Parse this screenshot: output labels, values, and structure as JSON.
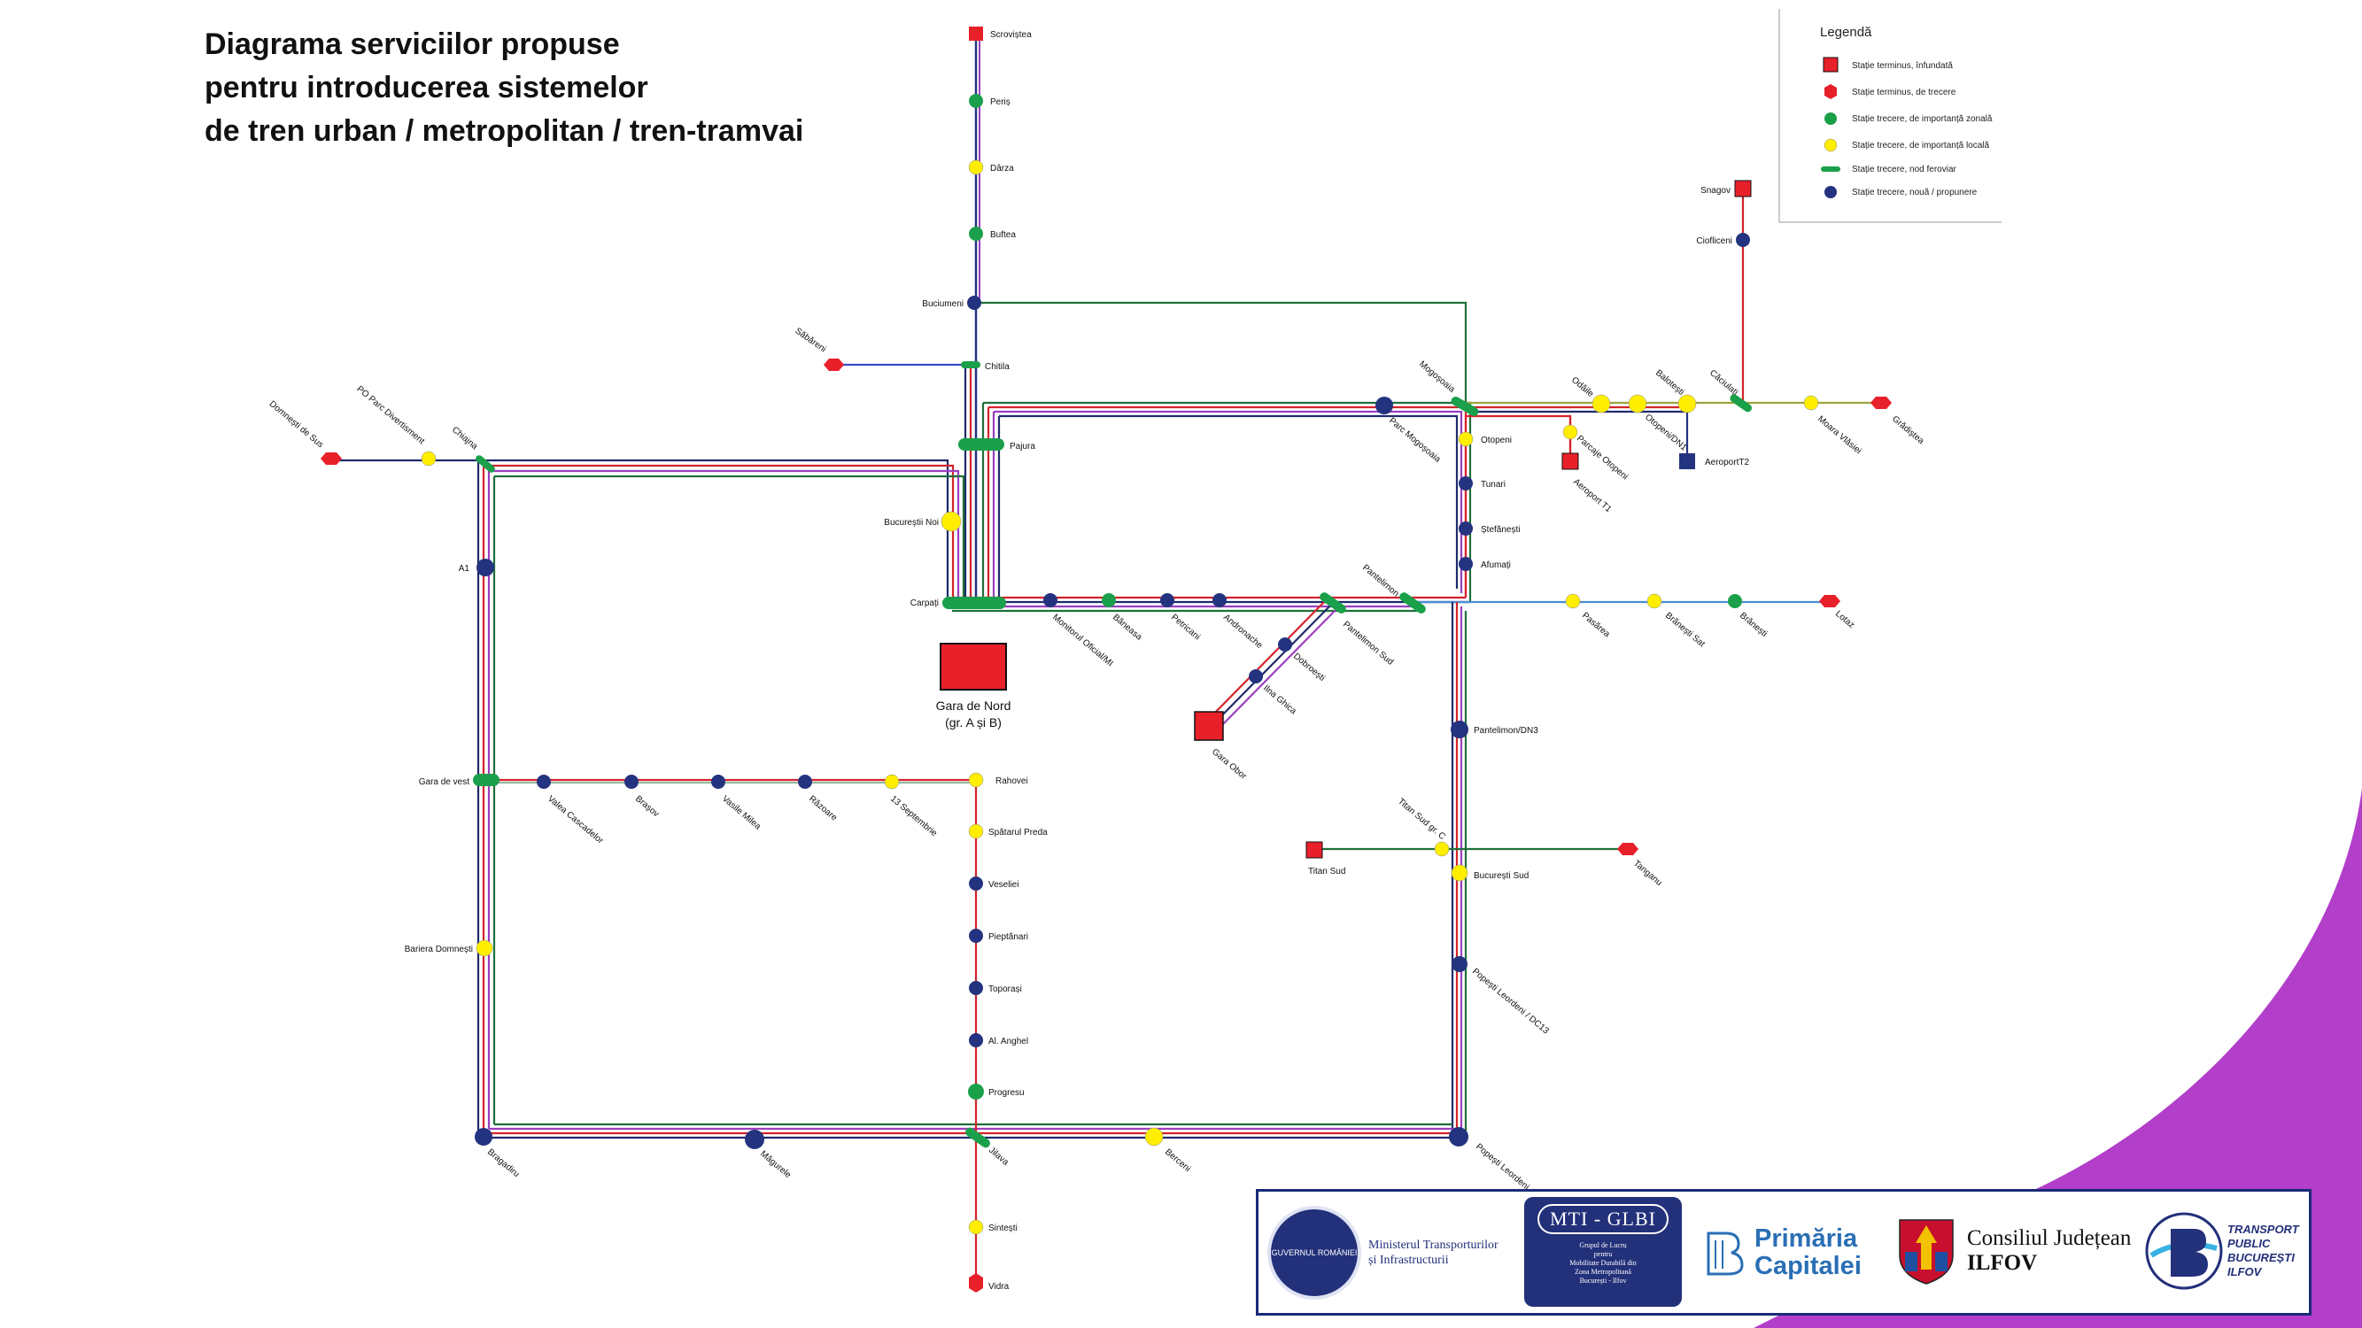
{
  "title_lines": [
    "Diagrama serviciilor propuse",
    "pentru introducerea sistemelor",
    "de tren urban / metropolitan / tren-tramvai"
  ],
  "legend": {
    "title": "Legendă",
    "items": [
      {
        "symbol": "terminus-square",
        "label": "Stație terminus, înfundată"
      },
      {
        "symbol": "terminus-hexagon",
        "label": "Stație terminus, de trecere"
      },
      {
        "symbol": "green-dot",
        "label": "Stație trecere, de importanță zonală"
      },
      {
        "symbol": "yellow-dot",
        "label": "Stație trecere, de importanță locală"
      },
      {
        "symbol": "green-bar",
        "label": "Stație trecere, nod feroviar"
      },
      {
        "symbol": "blue-dot",
        "label": "Stație trecere, nouă / propunere"
      }
    ]
  },
  "colors": {
    "red": "#e8202a",
    "green": "#1aa04a",
    "yellow": "#ffee00",
    "blue": "#24337f",
    "line_red": "#d4232b",
    "line_green": "#1f6f3a",
    "line_purple": "#9a3fbf",
    "line_navy": "#1f2a6b",
    "line_blue": "#4a8ed6",
    "line_olive": "#9ea33a",
    "accent_purple": "#b23ec9"
  },
  "stations": {
    "scrovistea": "Scroviștea",
    "peris": "Periș",
    "darza": "Dârza",
    "buftea": "Buftea",
    "buciumeni": "Buciumeni",
    "chitila": "Chitila",
    "sabareni": "Săbăreni",
    "pajura": "Pajura",
    "bucurestii_noi": "Bucureștii Noi",
    "carpati": "Carpați",
    "gara_de_nord": "Gara de Nord",
    "gara_de_nord_sub": "(gr. A și B)",
    "domnesti_de_sus": "Domnești de Sus",
    "po_parc": "PO Parc Divertisment",
    "chiajna": "Chiajna",
    "a1": "A1",
    "gara_de_vest": "Gara de vest",
    "bariera_domnesti": "Bariera Domnești",
    "bragadiru": "Bragadiru",
    "magurele": "Măgurele",
    "jilava": "Jilava",
    "berceni": "Berceni",
    "sintesti": "Sintești",
    "vidra": "Vidra",
    "rahovei": "Rahovei",
    "spatarul_preda": "Spătarul Preda",
    "veseliei": "Veseliei",
    "pieptanari": "Pieptănari",
    "toporasi": "Toporași",
    "al_anghel": "Al. Anghel",
    "progresu": "Progresu",
    "valea_cascadelor": "Valea Cascadelor",
    "brasov": "Brașov",
    "vasile_milea": "Vasile Milea",
    "razoare": "Răzoare",
    "13_sept": "13 Septembrie",
    "monitorul": "Monitorul Oficial/MI",
    "baneasa": "Băneasa",
    "petricani": "Petricani",
    "andronache": "Andronache",
    "pantelimon": "Pantelimon",
    "pantelimon_sud": "Pantelimon Sud",
    "dobroesti": "Dobroești",
    "ilna_ghica": "Ilna Ghica",
    "gara_obor": "Gara Obor",
    "mogosoaia": "Mogoșoaia",
    "parc_mogosoaia": "Parc Mogoșoaia",
    "otopeni": "Otopeni",
    "tunari": "Tunari",
    "stefanesti": "Ștefănești",
    "afumati": "Afumați",
    "balotesti": "Balotești",
    "odaile": "Odăile",
    "otopeni_dn1": "Otopeni/DN1",
    "parcaje_otopeni": "Parcaje Otopeni",
    "aeroport_t1": "Aeroport T1",
    "aeroport_t2": "AeroportT2",
    "caciulati": "Căciulați",
    "moara_vlasiei": "Moara Vlăsiei",
    "gradistea": "Grădiștea",
    "snagov": "Snagov",
    "ciofliceni": "Ciofliceni",
    "pasarea": "Pasărea",
    "branesti_sat": "Brănești Sat",
    "branesti": "Brănești",
    "lotaz": "Lotaz",
    "pantelimon_dn3": "Pantelimon/DN3",
    "titan_sud_gr_c": "Titan Sud gr. C",
    "titan_sud": "Titan Sud",
    "bucuresti_sud": "București Sud",
    "tanganu": "Tanganu",
    "popesti_dc13": "Popești Leordeni / DC13",
    "popesti_leordeni": "Popești Leordeni"
  },
  "logos": {
    "gov_seal": "GUVERNUL ROMÂNIEI",
    "ministry_line1": "Ministerul Transporturilor",
    "ministry_line2": "și Infrastructurii",
    "mti_title": "MTI - GLBI",
    "mti_sub1": "Grupul de Lucru",
    "mti_sub2": "pentru",
    "mti_sub3": "Mobilitate Durabilă din",
    "mti_sub4": "Zona Metropolitană",
    "mti_sub5": "București - Ilfov",
    "pmb_line1": "Primăria",
    "pmb_line2": "Capitalei",
    "cj_line1": "Consiliul Județean",
    "cj_line2": "ILFOV",
    "tpb_line1": "TRANSPORT",
    "tpb_line2": "PUBLIC",
    "tpb_line3": "BUCUREȘTI",
    "tpb_line4": "ILFOV"
  }
}
